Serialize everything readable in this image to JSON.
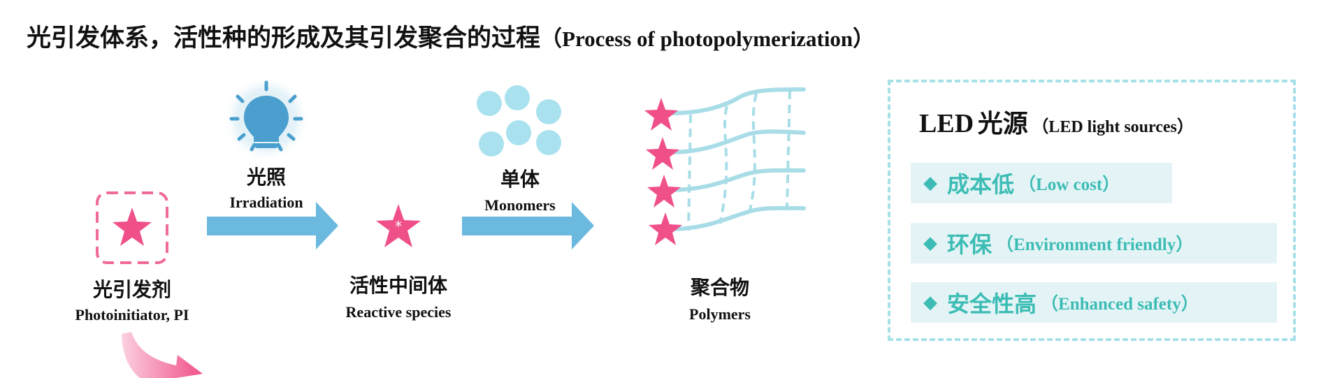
{
  "title": {
    "cn": "光引发体系，活性种的形成及其引发聚合的过程",
    "en": "（Process of photopolymerization）"
  },
  "stages": {
    "initiator": {
      "cn": "光引发剂",
      "en": "Photoinitiator, PI"
    },
    "irradiation": {
      "cn": "光照",
      "en": "Irradiation"
    },
    "reactive": {
      "cn": "活性中间体",
      "en": "Reactive species"
    },
    "monomers": {
      "cn": "单体",
      "en": "Monomers"
    },
    "polymers": {
      "cn": "聚合物",
      "en": "Polymers"
    }
  },
  "led_panel": {
    "title_en": "LED",
    "title_cn": "光源",
    "title_sub": "（LED light sources）",
    "features": [
      {
        "cn": "成本低",
        "en": "（Low cost）"
      },
      {
        "cn": "环保",
        "en": "（Environment friendly）"
      },
      {
        "cn": "安全性高",
        "en": "（Enhanced safety）"
      }
    ]
  },
  "colors": {
    "arrow_blue": "#6cb9e0",
    "star_pink": "#f0508a",
    "monomer_cyan": "#a9e2ee",
    "polymer_line": "#a8dde8",
    "accent_teal": "#3cbcb4",
    "dashed_box": "#a8e0ea"
  },
  "icons": {
    "initiator": "star-in-dashed-square-icon",
    "light": "light-bulb-icon",
    "reactive": "star-icon",
    "monomers": "circles-icon",
    "polymer": "polymer-network-icon"
  }
}
